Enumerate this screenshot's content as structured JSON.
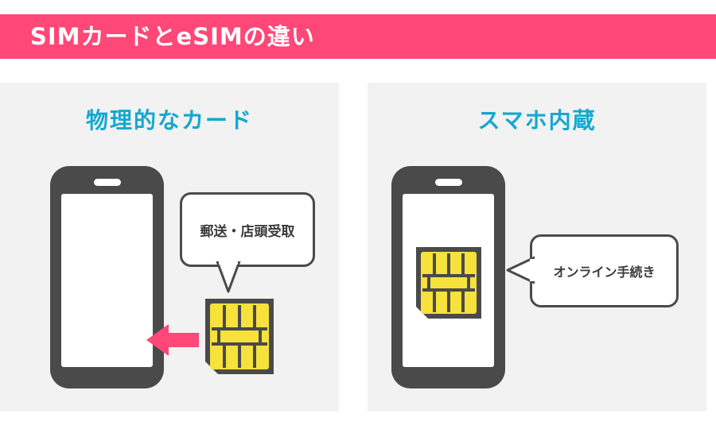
{
  "banner": {
    "title": "SIMカードとeSIMの違い"
  },
  "left_panel": {
    "title": "物理的なカード",
    "bubble_text": "郵送・店頭受取"
  },
  "right_panel": {
    "title": "スマホ内蔵",
    "bubble_text": "オンライン手続き"
  },
  "colors": {
    "banner": "#ff4778",
    "title_text": "#14a8cf",
    "panel_bg": "#f2f2f2",
    "phone_body": "#4a4a4a",
    "sim_chip": "#f7e13b",
    "arrow": "#ff4778"
  },
  "icons": [
    "smartphone-icon",
    "sim-card-icon",
    "arrow-left-icon",
    "speech-bubble-icon"
  ]
}
